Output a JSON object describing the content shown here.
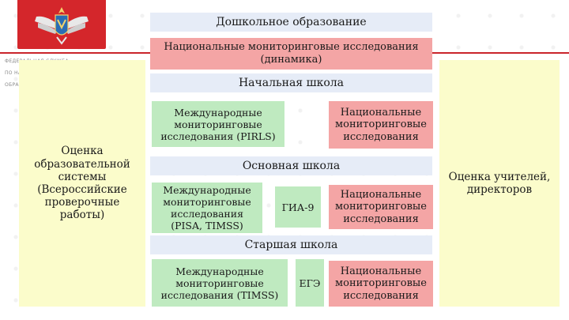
{
  "logo": {
    "icon": "emblem-icon",
    "org_line1": "ФЕДЕРАЛЬНАЯ СЛУЖБА",
    "org_line2": "ПО НАДЗОРУ В СФЕРЕ",
    "org_line3": "ОБРАЗОВАНИЯ И НАУКИ"
  },
  "left_box": "Оценка образовательной системы (Всероссийские проверочные работы)",
  "right_box": "Оценка учителей, директоров",
  "preschool": "Дошкольное образование",
  "national_dynamics": "Национальные мониторинговые исследования (динамика)",
  "primary": {
    "title": "Начальная школа",
    "international": "Международные мониторинговые исследования (PIRLS)",
    "national": "Национальные мониторинговые исследования"
  },
  "basic": {
    "title": "Основная школа",
    "international": "Международные мониторинговые исследования (PISA, TIMSS)",
    "exam": "ГИА-9",
    "national": "Национальные мониторинговые исследования"
  },
  "senior": {
    "title": "Старшая школа",
    "international": "Международные мониторинговые исследования (TIMSS)",
    "exam": "ЕГЭ",
    "national": "Национальные мониторинговые исследования"
  },
  "colors": {
    "accent_red": "#d4262b",
    "pink": "#f4a5a5",
    "green": "#bfeac0",
    "yellow": "#fbfccb",
    "bar": "#e6ecf7"
  }
}
